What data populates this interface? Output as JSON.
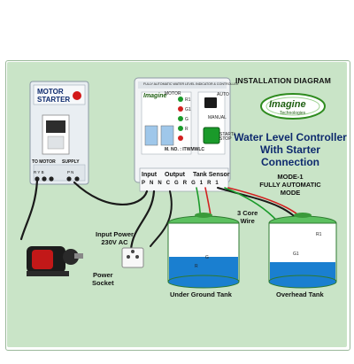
{
  "diagram": {
    "title": "INSTALLATION  DIAGRAM",
    "heading_lines": [
      "Water Level Controller",
      "With Starter",
      "Connection"
    ],
    "mode_lines": [
      "MODE-1",
      "FULLY AUTOMATIC",
      "MODE"
    ],
    "brand": {
      "name": "Imagine",
      "sub": "Technologies"
    },
    "starter": {
      "title_line1": "MOTOR",
      "title_line2": "STARTER",
      "to_motor": "TO MOTOR",
      "to_motor_terms": "R Y B",
      "supply": "SUPPLY",
      "supply_terms": "P N"
    },
    "controller": {
      "top_strip": "FULLY AUTOMATIC WATER LEVEL INDICATOR & CONTROLLER",
      "motor_label": "MOTOR",
      "leds": [
        "R1",
        "G1",
        "G",
        "R"
      ],
      "auto_label": "AUTO",
      "manual_label": "MANUAL",
      "start_stop_label": "START/ STOP",
      "model": "M. NO. : ITWMWLC",
      "sections": {
        "input": "Input",
        "output": "Output",
        "tank_sensor": "Tank Sensor"
      },
      "terminals": [
        "P",
        "N",
        "N",
        "C",
        "G",
        "R",
        "G1",
        "R1"
      ]
    },
    "labels": {
      "input_power": "Input Power",
      "input_power_value": "230V AC",
      "power_socket_line1": "Power",
      "power_socket_line2": "Socket",
      "three_core_line1": "3 Core",
      "three_core_line2": "Wire",
      "underground_tank": "Under Ground Tank",
      "overhead_tank": "Overhead Tank",
      "probe_r1": "R1",
      "probe_g1": "G1",
      "probe_g": "G",
      "probe_r": "R"
    },
    "colors": {
      "background": "#c9e4c7",
      "heading": "#0e2a6e",
      "tank_water": "#1a7fd0",
      "wire_red": "#d22020",
      "wire_green": "#1a9a2a",
      "brand_green": "#2e8b1e"
    }
  }
}
